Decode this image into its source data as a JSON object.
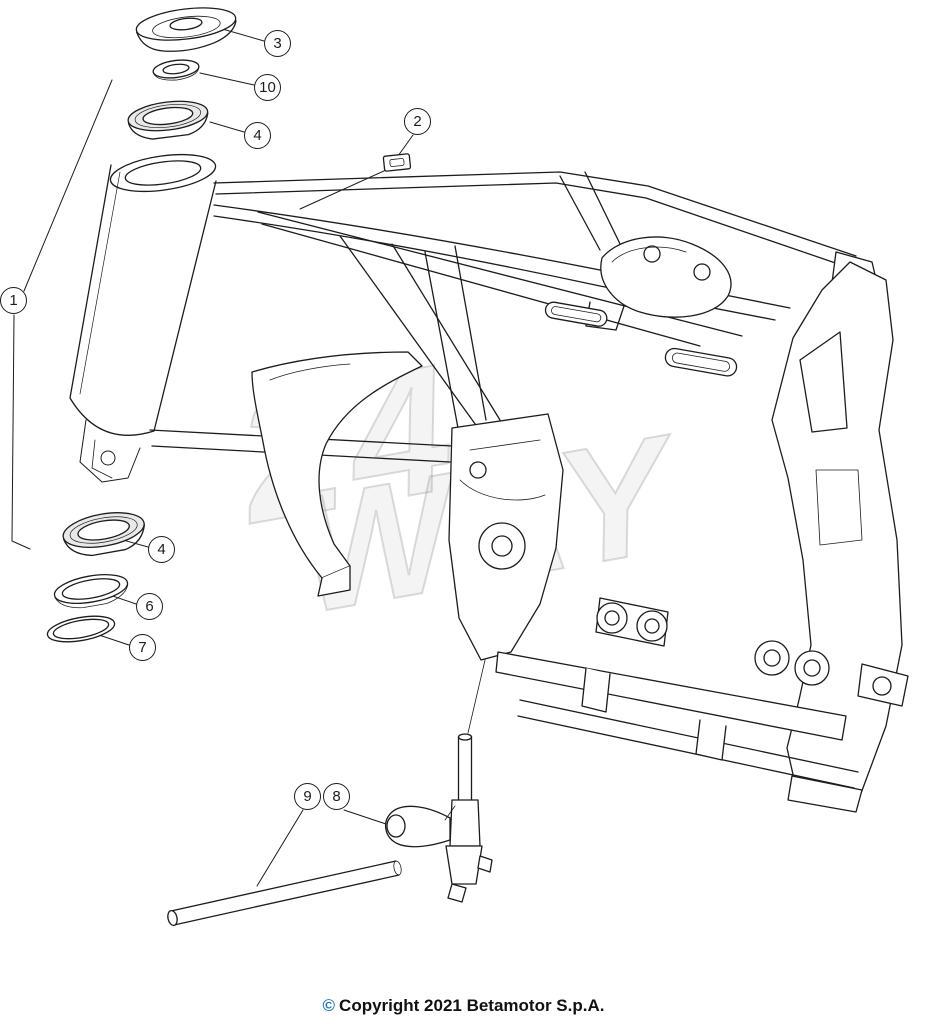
{
  "page": {
    "copyright": {
      "symbol": "©",
      "text": "Copyright 2021 Betamotor S.p.A."
    },
    "watermark": {
      "line1": "24",
      "line2": "WAY"
    }
  },
  "callouts": [
    {
      "label": "1"
    },
    {
      "label": "2"
    },
    {
      "label": "3"
    },
    {
      "label": "10"
    },
    {
      "label": "4"
    },
    {
      "label": "4"
    },
    {
      "label": "6"
    },
    {
      "label": "7"
    },
    {
      "label": "8"
    },
    {
      "label": "9"
    }
  ]
}
